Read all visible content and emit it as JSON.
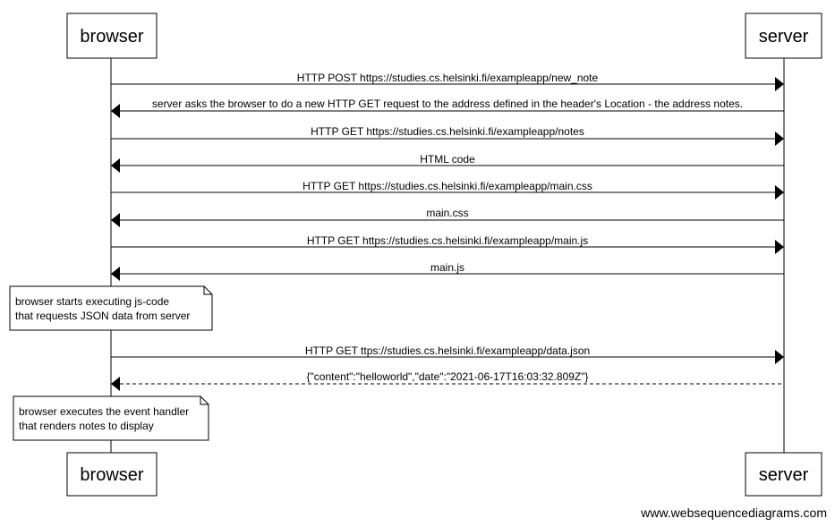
{
  "participants": {
    "browser": "browser",
    "server": "server"
  },
  "messages": [
    {
      "text": "HTTP POST https://studies.cs.helsinki.fi/exampleapp/new_note",
      "from": "browser",
      "to": "server",
      "dashed": false
    },
    {
      "text": "server asks the browser to do a new HTTP GET request to the address defined in the header's Location - the address notes.",
      "from": "server",
      "to": "browser",
      "dashed": false
    },
    {
      "text": "HTTP GET https://studies.cs.helsinki.fi/exampleapp/notes",
      "from": "browser",
      "to": "server",
      "dashed": false
    },
    {
      "text": "HTML code",
      "from": "server",
      "to": "browser",
      "dashed": false
    },
    {
      "text": "HTTP GET https://studies.cs.helsinki.fi/exampleapp/main.css",
      "from": "browser",
      "to": "server",
      "dashed": false
    },
    {
      "text": "main.css",
      "from": "server",
      "to": "browser",
      "dashed": false
    },
    {
      "text": "HTTP GET https://studies.cs.helsinki.fi/exampleapp/main.js",
      "from": "browser",
      "to": "server",
      "dashed": false
    },
    {
      "text": "main.js",
      "from": "server",
      "to": "browser",
      "dashed": false
    },
    {
      "text": "HTTP GET ttps://studies.cs.helsinki.fi/exampleapp/data.json",
      "from": "browser",
      "to": "server",
      "dashed": false
    },
    {
      "text": "{\"content\":\"helloworld\",\"date\":\"2021-06-17T16:03:32.809Z\"}",
      "from": "server",
      "to": "browser",
      "dashed": true
    }
  ],
  "notes": [
    {
      "lines": [
        "browser starts executing js-code",
        "that requests JSON data from server"
      ]
    },
    {
      "lines": [
        "browser executes the event handler",
        "that renders notes to display"
      ]
    }
  ],
  "footer": "www.websequencediagrams.com"
}
